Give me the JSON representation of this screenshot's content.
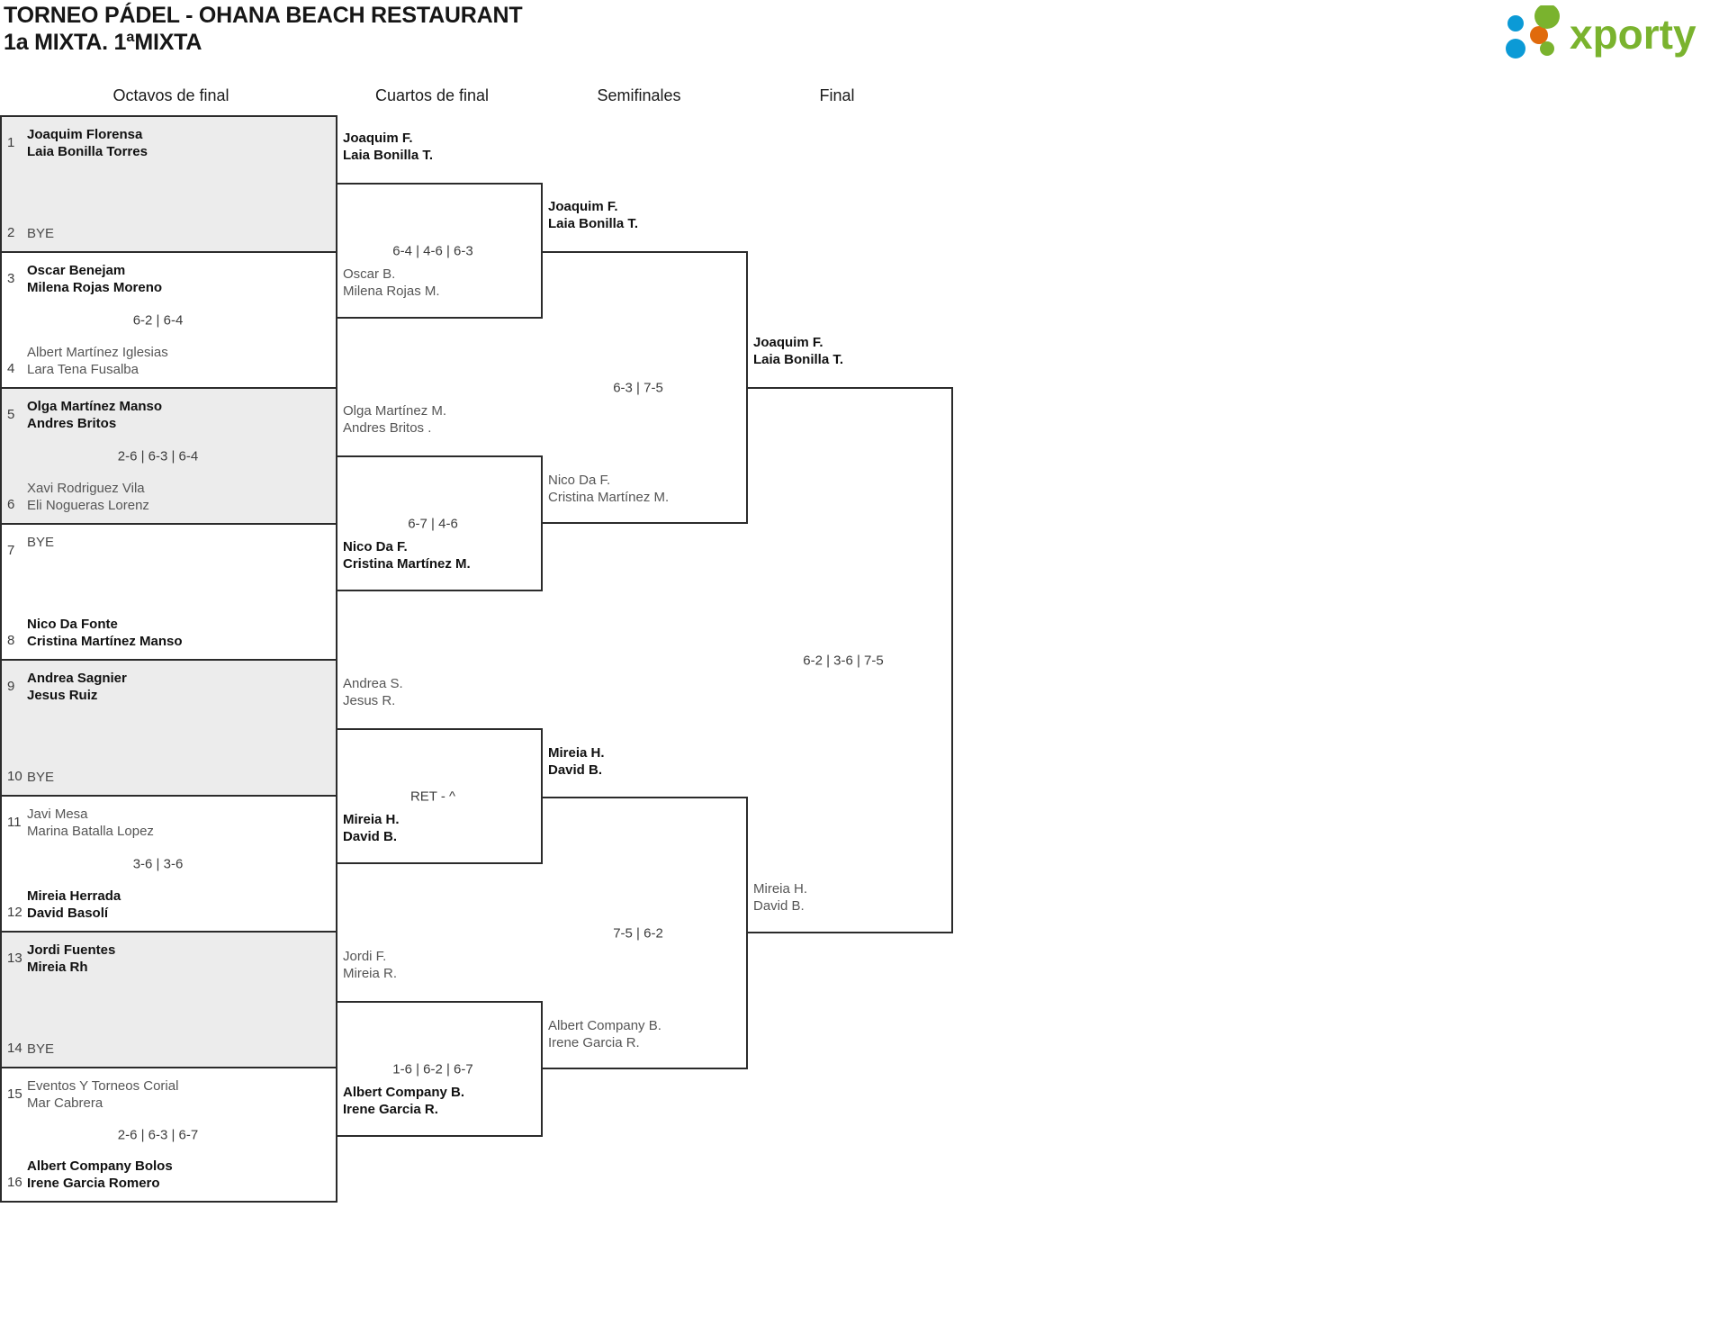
{
  "header": {
    "title_line1": "TORNEO PÁDEL - OHANA BEACH RESTAURANT",
    "title_line2": "1a MIXTA. 1ªMIXTA",
    "logo_text": "xporty",
    "logo_colors": {
      "green": "#7ab32e",
      "blue": "#0b9ad6",
      "orange": "#e06a0c"
    }
  },
  "rounds": [
    {
      "id": "r16",
      "label": "Octavos de final"
    },
    {
      "id": "qf",
      "label": "Cuartos de final"
    },
    {
      "id": "sf",
      "label": "Semifinales"
    },
    {
      "id": "final",
      "label": "Final"
    }
  ],
  "bracket": {
    "round16": [
      {
        "shaded": true,
        "top": {
          "seed": "1",
          "lines": [
            "Joaquim Florensa",
            "Laia Bonilla Torres"
          ],
          "state": "winner",
          "bye": false
        },
        "bottom": {
          "seed": "2",
          "lines": [
            "BYE"
          ],
          "state": "bye",
          "bye": true
        },
        "score": ""
      },
      {
        "shaded": false,
        "top": {
          "seed": "3",
          "lines": [
            "Oscar Benejam",
            "Milena Rojas Moreno"
          ],
          "state": "winner",
          "bye": false
        },
        "bottom": {
          "seed": "4",
          "lines": [
            "Albert Martínez Iglesias",
            "Lara Tena Fusalba"
          ],
          "state": "loser",
          "bye": false
        },
        "score": "6-2 | 6-4"
      },
      {
        "shaded": true,
        "top": {
          "seed": "5",
          "lines": [
            "Olga Martínez Manso",
            "Andres Britos"
          ],
          "state": "winner",
          "bye": false
        },
        "bottom": {
          "seed": "6",
          "lines": [
            "Xavi Rodriguez Vila",
            "Eli Nogueras Lorenz"
          ],
          "state": "loser",
          "bye": false
        },
        "score": "2-6 | 6-3 | 6-4"
      },
      {
        "shaded": false,
        "top": {
          "seed": "7",
          "lines": [
            "BYE"
          ],
          "state": "bye",
          "bye": true
        },
        "bottom": {
          "seed": "8",
          "lines": [
            "Nico Da Fonte",
            "Cristina Martínez Manso"
          ],
          "state": "winner",
          "bye": false
        },
        "score": ""
      },
      {
        "shaded": true,
        "top": {
          "seed": "9",
          "lines": [
            "Andrea Sagnier",
            "Jesus Ruiz"
          ],
          "state": "winner",
          "bye": false
        },
        "bottom": {
          "seed": "10",
          "lines": [
            "BYE"
          ],
          "state": "bye",
          "bye": true
        },
        "score": ""
      },
      {
        "shaded": false,
        "top": {
          "seed": "11",
          "lines": [
            "Javi Mesa",
            "Marina Batalla Lopez"
          ],
          "state": "loser",
          "bye": false
        },
        "bottom": {
          "seed": "12",
          "lines": [
            "Mireia Herrada",
            "David Basolí"
          ],
          "state": "winner",
          "bye": false
        },
        "score": "3-6 | 3-6"
      },
      {
        "shaded": true,
        "top": {
          "seed": "13",
          "lines": [
            "Jordi Fuentes",
            "Mireia Rh"
          ],
          "state": "winner",
          "bye": false
        },
        "bottom": {
          "seed": "14",
          "lines": [
            "BYE"
          ],
          "state": "bye",
          "bye": true
        },
        "score": ""
      },
      {
        "shaded": false,
        "top": {
          "seed": "15",
          "lines": [
            "Eventos Y Torneos Corial",
            "Mar Cabrera"
          ],
          "state": "loser",
          "bye": false
        },
        "bottom": {
          "seed": "16",
          "lines": [
            "Albert Company Bolos",
            "Irene Garcia Romero"
          ],
          "state": "winner",
          "bye": false
        },
        "score": "2-6 | 6-3 | 6-7"
      }
    ],
    "quarterfinals": [
      {
        "top": {
          "lines": [
            "Joaquim F.",
            "Laia Bonilla T."
          ],
          "state": "winner"
        },
        "bottom": {
          "lines": [
            "Oscar B.",
            "Milena Rojas M."
          ],
          "state": "loser"
        },
        "score": "6-4 | 4-6 | 6-3"
      },
      {
        "top": {
          "lines": [
            "Olga Martínez M.",
            "Andres Britos ."
          ],
          "state": "loser"
        },
        "bottom": {
          "lines": [
            "Nico Da F.",
            "Cristina Martínez M."
          ],
          "state": "winner"
        },
        "score": "6-7 | 4-6"
      },
      {
        "top": {
          "lines": [
            "Andrea S.",
            "Jesus R."
          ],
          "state": "loser"
        },
        "bottom": {
          "lines": [
            "Mireia H.",
            "David B."
          ],
          "state": "winner"
        },
        "score": "RET - ^"
      },
      {
        "top": {
          "lines": [
            "Jordi F.",
            "Mireia R."
          ],
          "state": "loser"
        },
        "bottom": {
          "lines": [
            "Albert Company B.",
            "Irene Garcia R."
          ],
          "state": "winner"
        },
        "score": "1-6 | 6-2 | 6-7"
      }
    ],
    "semifinals": [
      {
        "top": {
          "lines": [
            "Joaquim F.",
            "Laia Bonilla T."
          ],
          "state": "winner"
        },
        "bottom": {
          "lines": [
            "Nico Da F.",
            "Cristina Martínez M."
          ],
          "state": "loser"
        },
        "score": "6-3 | 7-5"
      },
      {
        "top": {
          "lines": [
            "Mireia H.",
            "David B."
          ],
          "state": "winner"
        },
        "bottom": {
          "lines": [
            "Albert Company B.",
            "Irene Garcia R."
          ],
          "state": "loser"
        },
        "score": "7-5 | 6-2"
      }
    ],
    "final": {
      "top": {
        "lines": [
          "Joaquim F.",
          "Laia Bonilla T."
        ],
        "state": "winner"
      },
      "bottom": {
        "lines": [
          "Mireia H.",
          "David B."
        ],
        "state": "loser"
      },
      "score": "6-2 | 3-6 | 7-5"
    }
  }
}
